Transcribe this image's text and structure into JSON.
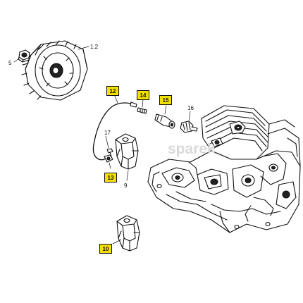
{
  "colors": {
    "highlight": "#f4e000",
    "line": "#111111",
    "watermark": "#d9d9d9"
  },
  "watermark": "sparek",
  "callouts": {
    "flywheel": "1,2",
    "nut": "5",
    "ignition_lead": "12",
    "lead_terminal": "14",
    "spark_plug_boot": "15",
    "spark_plug": "16",
    "screw": "17",
    "lead_contact": "13",
    "ignition_module": "9",
    "ignition_module_alt": "10"
  },
  "highlighted": [
    "12",
    "14",
    "15",
    "13",
    "10"
  ]
}
